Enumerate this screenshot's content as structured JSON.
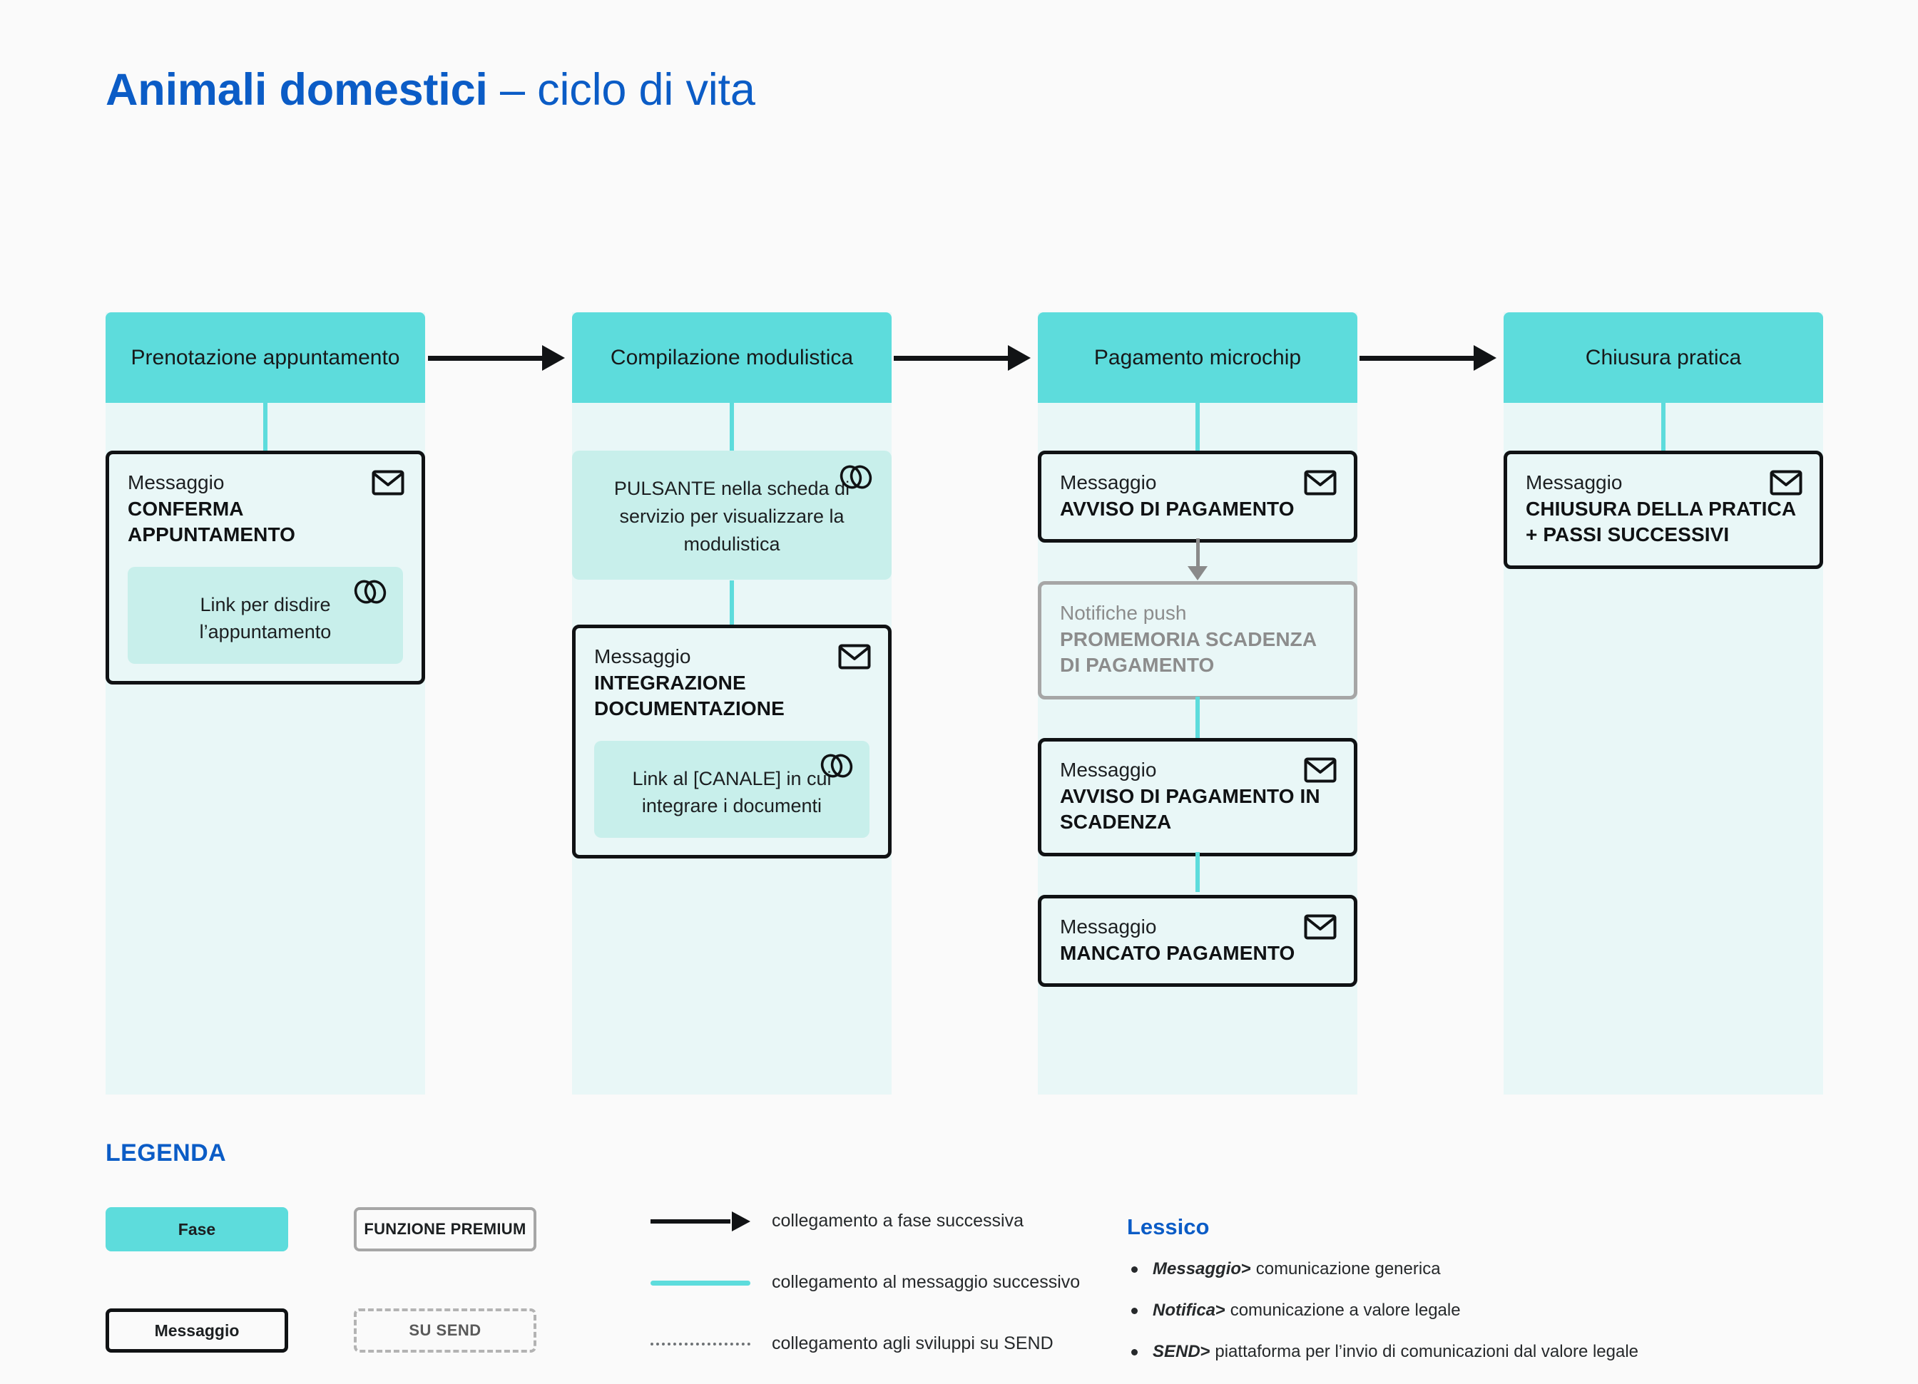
{
  "title": {
    "bold": "Animali domestici",
    "rest": " – ciclo di vita"
  },
  "colors": {
    "brand_blue": "#0B5CC6",
    "phase_teal": "#5DDCDC",
    "track_bg": "#E9F7F7",
    "link_card_bg": "#C8EFEB",
    "box_border": "#101214",
    "push_grey": "#8C8C8C",
    "page_bg": "#FAFAFA"
  },
  "phases": [
    {
      "id": "prenotazione-appuntamento",
      "label": "Prenotazione appuntamento",
      "items": [
        {
          "type": "message",
          "kind": "Messaggio",
          "title": "CONFERMA APPUNTAMENTO",
          "icon": "envelope-icon",
          "sub": {
            "text": "Link per disdire l’appuntamento",
            "icon": "links-icon"
          }
        }
      ]
    },
    {
      "id": "compilazione-modulistica",
      "label": "Compilazione modulistica",
      "items": [
        {
          "type": "card",
          "text": "PULSANTE nella scheda di servizio per visualizzare la modulistica",
          "icon": "links-icon"
        },
        {
          "type": "message",
          "kind": "Messaggio",
          "title": "INTEGRAZIONE DOCUMENTAZIONE",
          "icon": "envelope-icon",
          "sub": {
            "text": "Link al [CANALE] in cui integrare i documenti",
            "icon": "links-icon"
          }
        }
      ]
    },
    {
      "id": "pagamento-microchip",
      "label": "Pagamento microchip",
      "items": [
        {
          "type": "message",
          "kind": "Messaggio",
          "title": "AVVISO DI PAGAMENTO",
          "icon": "envelope-icon"
        },
        {
          "type": "push",
          "kind": "Notifiche push",
          "title": "PROMEMORIA SCADENZA DI PAGAMENTO"
        },
        {
          "type": "message",
          "kind": "Messaggio",
          "title": "AVVISO DI PAGAMENTO IN SCADENZA",
          "icon": "envelope-icon"
        },
        {
          "type": "message",
          "kind": "Messaggio",
          "title": "MANCATO PAGAMENTO",
          "icon": "envelope-icon"
        }
      ]
    },
    {
      "id": "chiusura-pratica",
      "label": "Chiusura pratica",
      "items": [
        {
          "type": "message",
          "kind": "Messaggio",
          "title": "CHIUSURA DELLA PRATICA + PASSI SUCCESSIVI",
          "icon": "envelope-icon"
        }
      ]
    }
  ],
  "legend": {
    "title": "LEGENDA",
    "chips": [
      {
        "id": "fase",
        "label": "Fase"
      },
      {
        "id": "funzione-premium",
        "label": "FUNZIONE PREMIUM"
      },
      {
        "id": "messaggio",
        "label": "Messaggio"
      },
      {
        "id": "su-send",
        "label": "SU SEND"
      }
    ],
    "lines": [
      {
        "id": "arrow-black",
        "sample": "solid-arrow",
        "label": "collegamento a fase successiva"
      },
      {
        "id": "line-teal",
        "sample": "teal-line",
        "label": "collegamento al messaggio successivo"
      },
      {
        "id": "line-dotted",
        "sample": "dotted-line",
        "label": "collegamento agli sviluppi su SEND"
      }
    ]
  },
  "lessico": {
    "title": "Lessico",
    "items": [
      {
        "term": "Messaggio",
        "sep": ">",
        "definition": "comunicazione generica"
      },
      {
        "term": "Notifica",
        "sep": ">",
        "definition": "comunicazione a valore legale"
      },
      {
        "term": "SEND",
        "sep": ">",
        "definition": "piattaforma per  l’invio di comunicazioni dal valore legale"
      }
    ]
  }
}
